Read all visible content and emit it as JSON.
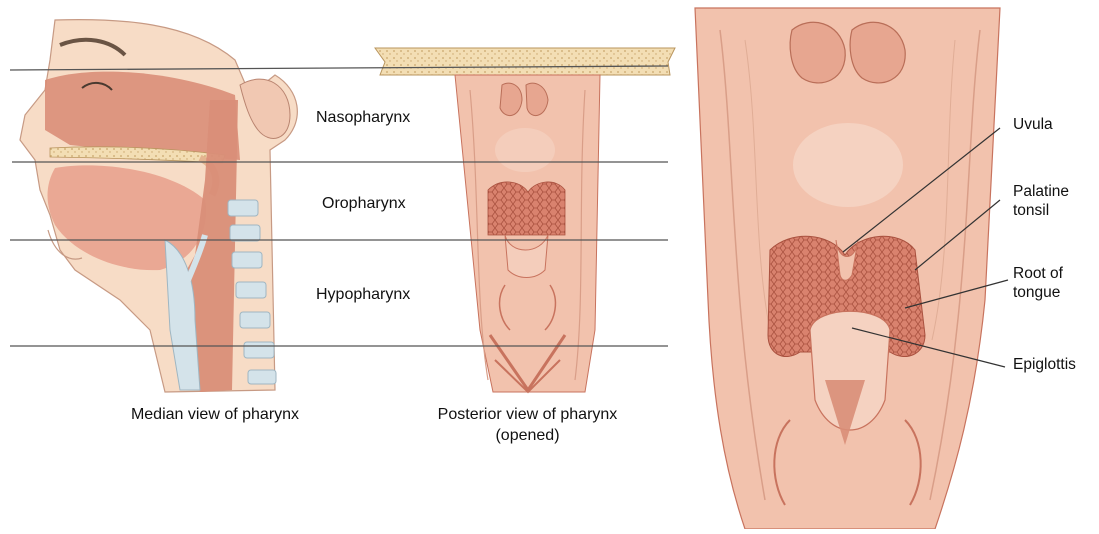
{
  "figure": {
    "colors": {
      "tissue_light": "#f2c2ad",
      "tissue_mid": "#e39e86",
      "tissue_dark": "#c8735e",
      "cavity": "#d98e78",
      "bone": "#f3deb4",
      "cartilage": "#d4e3ea",
      "skin": "#f7dcc6",
      "tonsil": "#d9826e",
      "line": "#555555"
    },
    "regions": {
      "nasopharynx": "Nasopharynx",
      "oropharynx": "Oropharynx",
      "hypopharynx": "Hypopharynx"
    },
    "captions": {
      "median": "Median view of pharynx",
      "posterior_line1": "Posterior view of pharynx",
      "posterior_line2": "(opened)"
    },
    "callouts": {
      "uvula": "Uvula",
      "palatine_tonsil_line1": "Palatine",
      "palatine_tonsil_line2": "tonsil",
      "root_of_tongue_line1": "Root of",
      "root_of_tongue_line2": "tongue",
      "epiglottis": "Epiglottis"
    }
  }
}
